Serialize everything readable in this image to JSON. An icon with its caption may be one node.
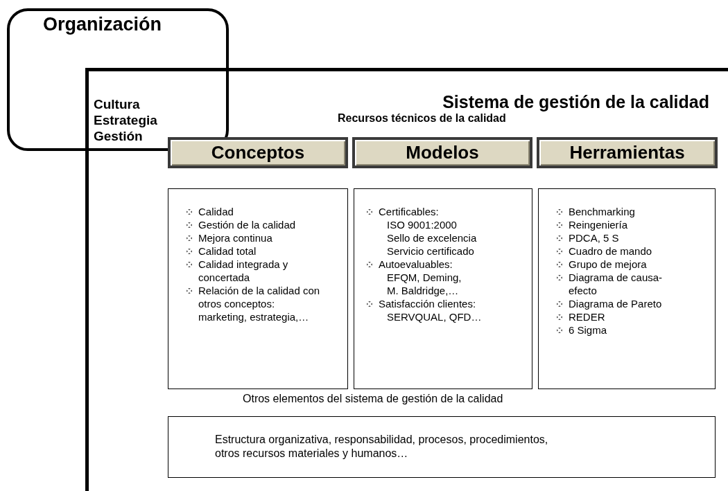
{
  "diagram": {
    "nodes": [
      {
        "text": [
          "Organización",
          "Cultura Estrategia Gestión"
        ]
      },
      {
        "text": [
          "Sistema de gestión de la calidad"
        ]
      },
      {
        "text": [
          "Conceptos"
        ],
        "in": 1
      },
      {
        "text": [
          "Modelos"
        ],
        "in": 1
      },
      {
        "text": [
          "Herramientas"
        ],
        "in": 1
      },
      {
        "text": [
          "Calidad",
          "Gestión de la calidad",
          "Mejora continua",
          "Calidad total",
          "Calidad integrada y concertada",
          "Relación de la calidad con otros conceptos: marketing, estrategia,…"
        ],
        "in": 1
      },
      {
        "text": [
          "Certificables:",
          "ISO 9001:2000",
          "Sello de excelencia",
          "Servicio certificado",
          "Autoevaluables:",
          "EFQM, Deming,",
          "M. Baldridge,…",
          "Satisfacción clientes:",
          "SERVQUAL, QFD…"
        ],
        "in": 1
      },
      {
        "text": [
          "Benchmarking",
          "Reingeniería",
          "PDCA, 5 S",
          "Cuadro de mando",
          "Grupo de mejora",
          "Diagrama de causa-efecto",
          "Diagrama de Pareto",
          "REDER",
          "6 Sigma"
        ],
        "in": 1
      },
      {
        "text": [
          "Estructura organizativa, responsabilidad, procesos, procedimientos, otros recursos materiales y humanos…"
        ],
        "in": 1
      }
    ],
    "edges": [],
    "labels": [
      "Recursos técnicos de la calidad",
      "Otros elementos del sistema de gestión de la calidad"
    ]
  }
}
